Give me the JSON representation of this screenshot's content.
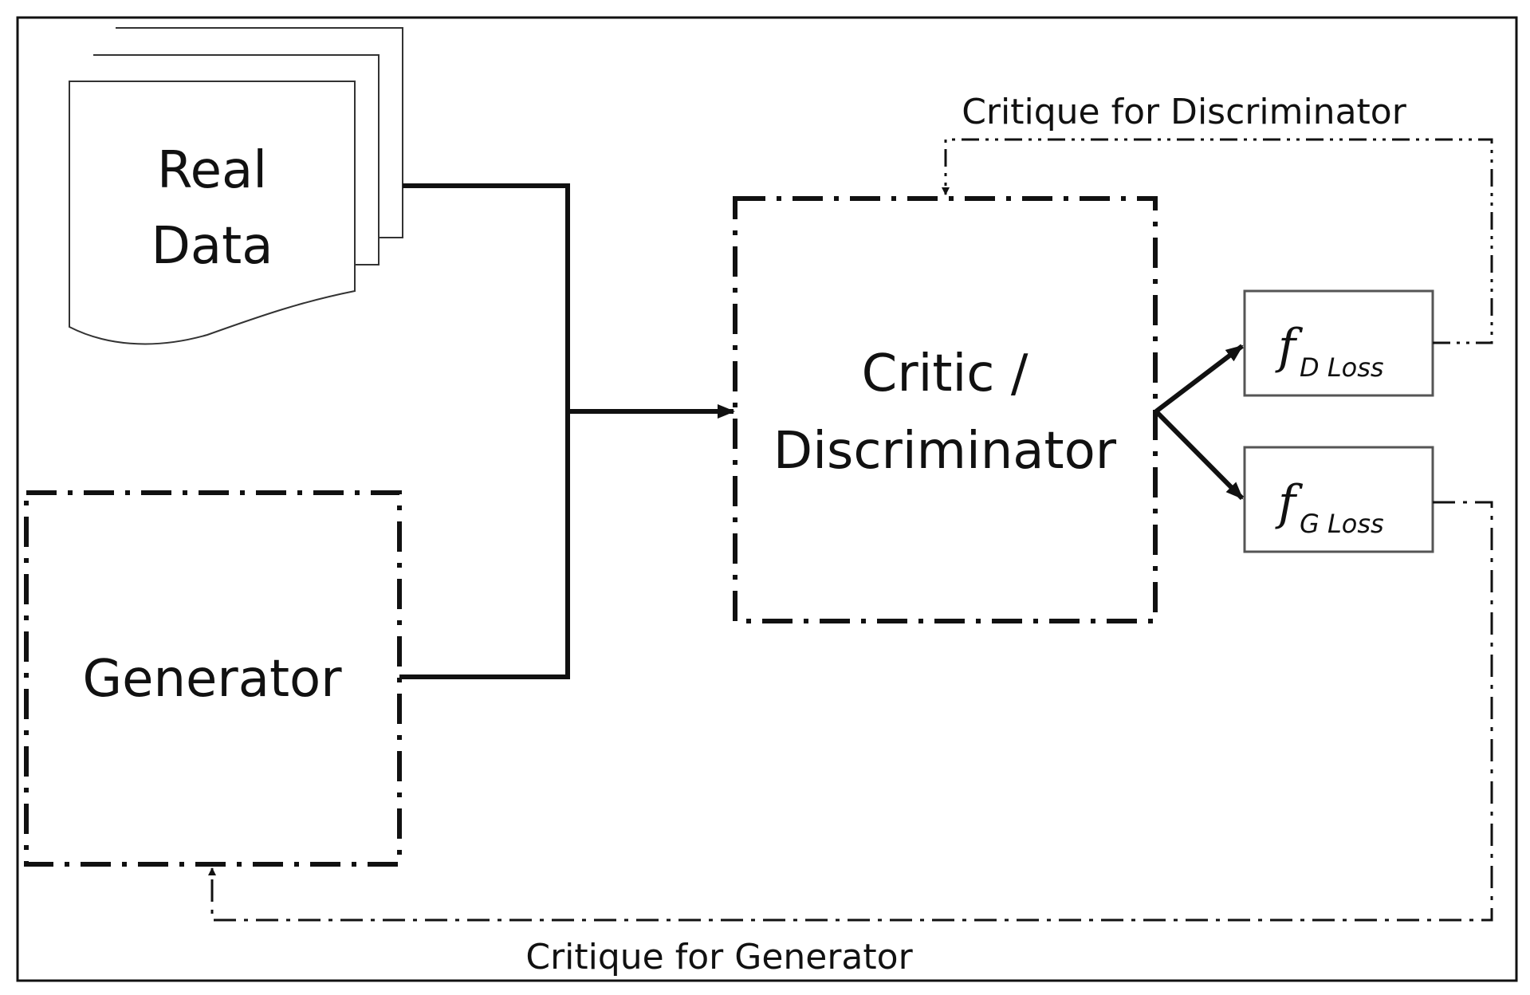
{
  "title": "",
  "nodes": {
    "real_data": {
      "line1": "Real",
      "line2": "Data"
    },
    "generator": {
      "label": "Generator"
    },
    "critic": {
      "line1": "Critic /",
      "line2": "Discriminator"
    },
    "d_loss": {
      "main": "f",
      "sub": "D Loss"
    },
    "g_loss": {
      "main": "f",
      "sub": "G Loss"
    }
  },
  "labels": {
    "critique_discriminator": "Critique for Discriminator",
    "critique_generator": "Critique for Generator"
  },
  "edges": [
    {
      "from": "real_data",
      "to": "critic",
      "style": "solid"
    },
    {
      "from": "generator",
      "to": "critic",
      "style": "solid"
    },
    {
      "from": "critic",
      "to": "d_loss",
      "style": "solid"
    },
    {
      "from": "critic",
      "to": "g_loss",
      "style": "solid"
    },
    {
      "from": "d_loss",
      "to": "critic",
      "style": "dash-dot-dot",
      "label": "Critique for Discriminator"
    },
    {
      "from": "g_loss",
      "to": "generator",
      "style": "dash-dot",
      "label": "Critique for Generator"
    }
  ],
  "colors": {
    "stroke": "#111111",
    "box_border": "#555555",
    "background": "#ffffff"
  }
}
